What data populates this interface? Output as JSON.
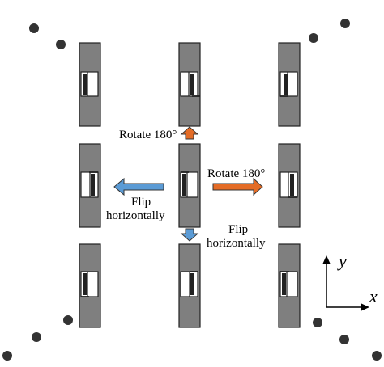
{
  "labels": {
    "rotate_up": "Rotate 180°",
    "rotate_right": "Rotate 180°",
    "flip_left_line1": "Flip",
    "flip_left_line2": "horizontally",
    "flip_down_line1": "Flip",
    "flip_down_line2": "horizontally"
  },
  "axes": {
    "x": "x",
    "y": "y"
  },
  "colors": {
    "element_fill": "#7f7f7f",
    "element_stroke": "#222222",
    "slot_fill": "#ffffff",
    "dot": "#333333",
    "arrow_orange": "#e46c26",
    "arrow_blue": "#5b9bd5",
    "arrow_stroke": "#333333"
  }
}
